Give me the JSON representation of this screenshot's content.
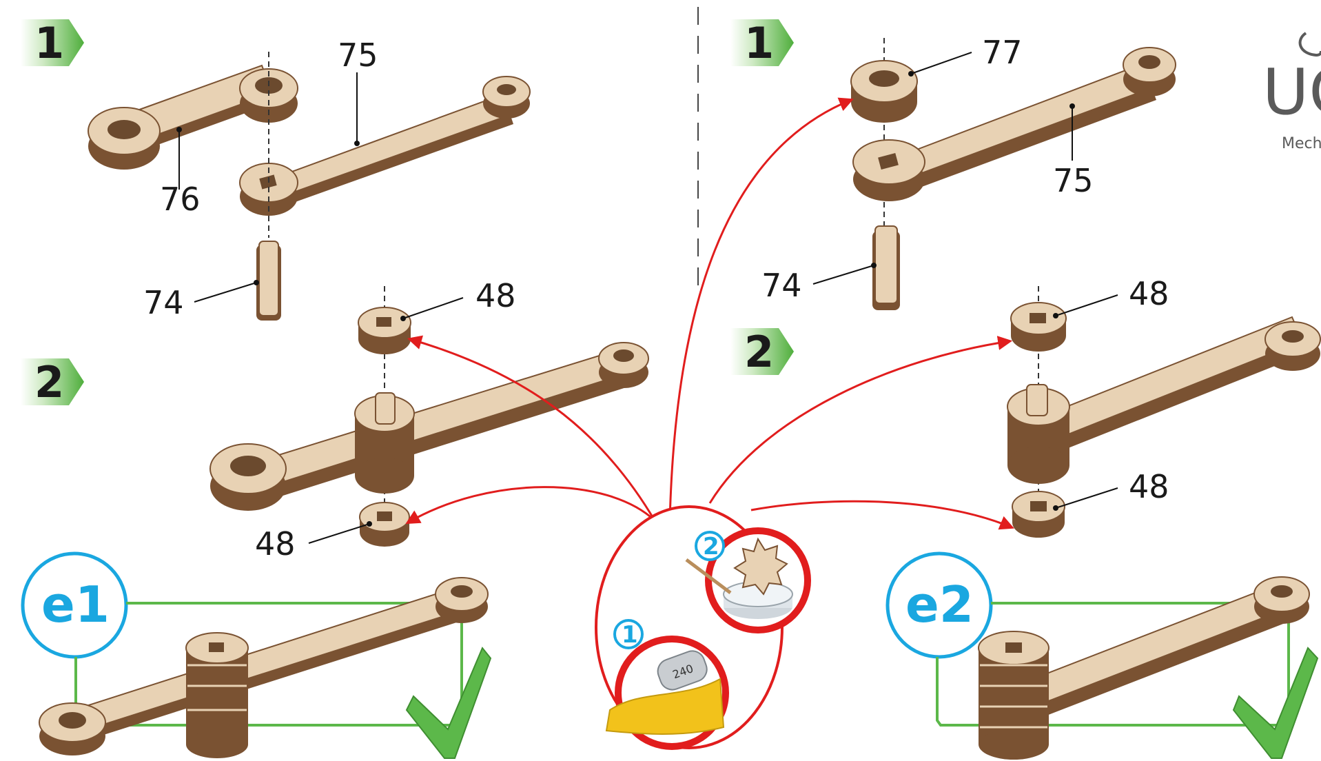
{
  "left_panel": {
    "step1": "1",
    "step2": "2",
    "part_76": "76",
    "part_75": "75",
    "part_74": "74",
    "part_48_top": "48",
    "part_48_bottom": "48",
    "variant": "e1"
  },
  "right_panel": {
    "step1": "1",
    "step2": "2",
    "part_77": "77",
    "part_75": "75",
    "part_74": "74",
    "part_48_top": "48",
    "part_48_bottom": "48",
    "variant": "e2"
  },
  "tools": {
    "tool1": "1",
    "tool2": "2",
    "tape_mark": "240"
  },
  "brand": {
    "logo_text": "UG",
    "tagline": "Mech"
  },
  "colors": {
    "wood_light": "#e8d2b4",
    "wood_dark": "#7a5232",
    "step_arrow": "#5cb84a",
    "accent_blue": "#1aa7e0",
    "glue_red": "#e11d1d",
    "frame_green": "#5cb84a"
  }
}
